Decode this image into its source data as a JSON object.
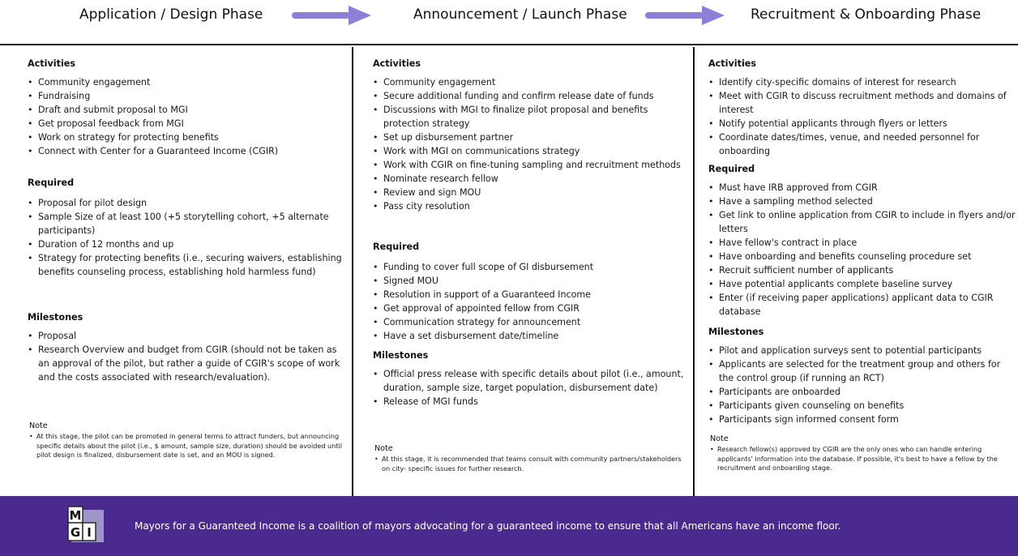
{
  "phases": [
    {
      "title": "Application / Design Phase",
      "activities_heading": "Activities",
      "activities": [
        "Community engagement",
        "Fundraising",
        "Draft and submit proposal to MGI",
        "Get proposal feedback from MGI",
        "Work on strategy for protecting benefits",
        "Connect with Center for a Guaranteed Income (CGIR)"
      ],
      "required_heading": "Required",
      "required": [
        "Proposal for pilot design",
        "Sample Size of at least 100 (+5 storytelling cohort, +5 alternate participants)",
        "Duration of 12 months and up",
        "Strategy for protecting benefits (i.e., securing waivers, establishing benefits counseling process, establishing hold harmless fund)"
      ],
      "milestones_heading": "Milestones",
      "milestones": [
        "Proposal",
        "Research Overview and budget from CGIR (should not be taken as an approval of the pilot, but rather a guide of CGIR's scope of work and the costs associated with research/evaluation)."
      ],
      "note_heading": "Note",
      "note": "At this stage, the pilot can be promoted in general terms to attract funders, but announcing specific details about the pilot (i.e., $ amount, sample size, duration) should be avoided until pilot design is finalized, disbursement date is set, and an MOU is signed."
    },
    {
      "title": "Announcement / Launch Phase",
      "activities_heading": "Activities",
      "activities": [
        "Community engagement",
        "Secure additional funding and confirm release date of funds",
        "Discussions with MGI to finalize pilot proposal and benefits protection strategy",
        "Set up disbursement partner",
        "Work with MGI on communications strategy",
        "Work with CGIR on fine-tuning sampling and recruitment methods",
        "Nominate research fellow",
        "Review and sign MOU",
        "Pass city resolution"
      ],
      "required_heading": "Required",
      "required": [
        "Funding to cover full scope of GI disbursement",
        "Signed MOU",
        "Resolution in support of a Guaranteed Income",
        "Get approval of appointed fellow from CGIR",
        "Communication strategy for announcement",
        "Have a set disbursement date/timeline"
      ],
      "milestones_heading": "Milestones",
      "milestones": [
        "Official press release with specific details about pilot (i.e., amount, duration, sample size, target population, disbursement date)",
        "Release of MGI funds"
      ],
      "note_heading": "Note",
      "note": "At this stage, it is recommended that teams consult with community partners/stakeholders on city- specific issues for further research."
    },
    {
      "title": "Recruitment & Onboarding Phase",
      "activities_heading": "Activities",
      "activities": [
        "Identify city-specific domains of interest for research",
        "Meet with CGIR to discuss recruitment methods and domains of interest",
        "Notify potential applicants through flyers or letters",
        "Coordinate dates/times, venue, and needed personnel for onboarding"
      ],
      "required_heading": "Required",
      "required": [
        "Must have IRB approved from CGIR",
        "Have a sampling method selected",
        "Get link to online application from CGIR to include in flyers and/or letters",
        "Have fellow's contract in place",
        "Have onboarding and benefits counseling procedure set",
        "Recruit sufficient number of applicants",
        "Have potential applicants complete baseline survey",
        "Enter (if receiving paper applications) applicant data to CGIR database"
      ],
      "milestones_heading": "Milestones",
      "milestones": [
        "Pilot and application surveys sent to potential participants",
        "Applicants are selected for the treatment group and others for the control group (if running an RCT)",
        "Participants are onboarded",
        "Participants given counseling on benefits",
        "Participants sign informed consent form"
      ],
      "note_heading": "Note",
      "note": "Research fellow(s) approved by CGIR are the only ones who can handle entering applicants' information into the database. If possible, it's best to have a fellow by the recruitment and onboarding stage."
    }
  ],
  "footer": {
    "logo_letters": [
      "M",
      "G",
      "I"
    ],
    "text": "Mayors for a Guaranteed Income is a coalition of mayors advocating for a guaranteed income to ensure that all Americans have an income floor.",
    "background_color": "#4b2a8f",
    "text_color": "#ffffff"
  },
  "colors": {
    "arrow": "#8b7fd8",
    "rule": "#111111"
  }
}
